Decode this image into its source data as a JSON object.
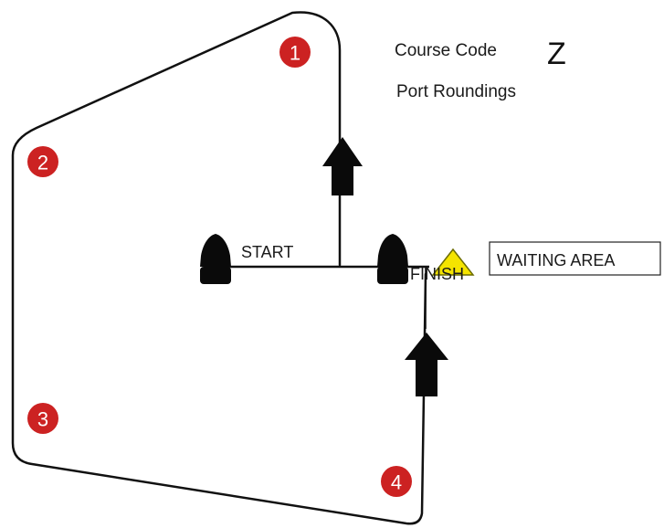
{
  "header": {
    "course_label": "Course Code",
    "course_code": "Z",
    "rounding": "Port Roundings"
  },
  "labels": {
    "start": "START",
    "finish": "FINISH",
    "waiting_area": "WAITING AREA"
  },
  "marks": [
    {
      "label": "1"
    },
    {
      "label": "2"
    },
    {
      "label": "3"
    },
    {
      "label": "4"
    }
  ],
  "colors": {
    "mark": "#cc2222",
    "waiting_triangle": "#f5e400",
    "line": "#111111"
  },
  "icons": {
    "boat": "boat-icon",
    "arrow": "arrow-up-icon",
    "triangle": "triangle-buoy-icon"
  }
}
